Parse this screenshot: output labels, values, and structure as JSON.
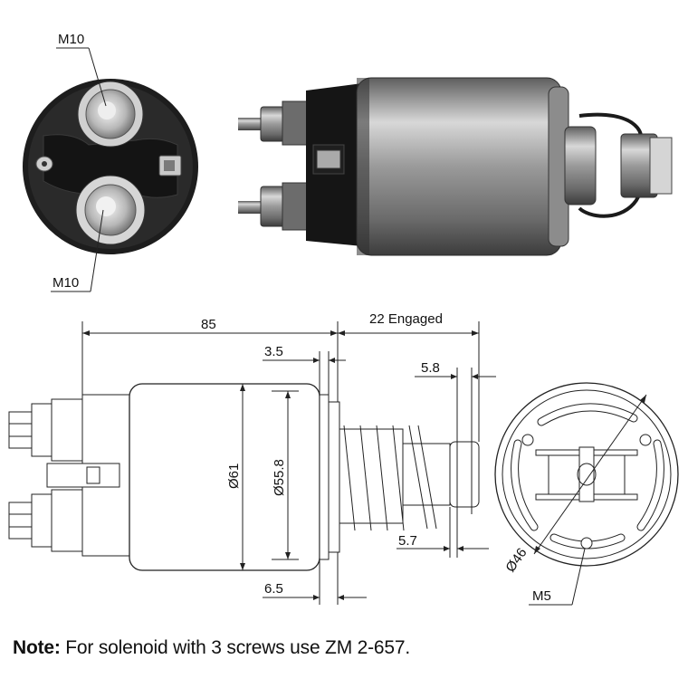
{
  "top_photos": {
    "end_view_label_top": "M10",
    "end_view_label_bottom": "M10"
  },
  "drawing": {
    "dim_length": "85",
    "dim_engaged": "22 Engaged",
    "dim_flange": "3.5",
    "dim_pin_right": "5.8",
    "dim_pin_left": "5.7",
    "dim_body_dia": "Ø61",
    "dim_inner_dia": "Ø55.8",
    "dim_base": "6.5",
    "dim_bolt_circle": "Ø46",
    "dim_screw": "M5"
  },
  "note": {
    "prefix": "Note:",
    "text": " For solenoid with 3 screws use ZM 2-657."
  }
}
